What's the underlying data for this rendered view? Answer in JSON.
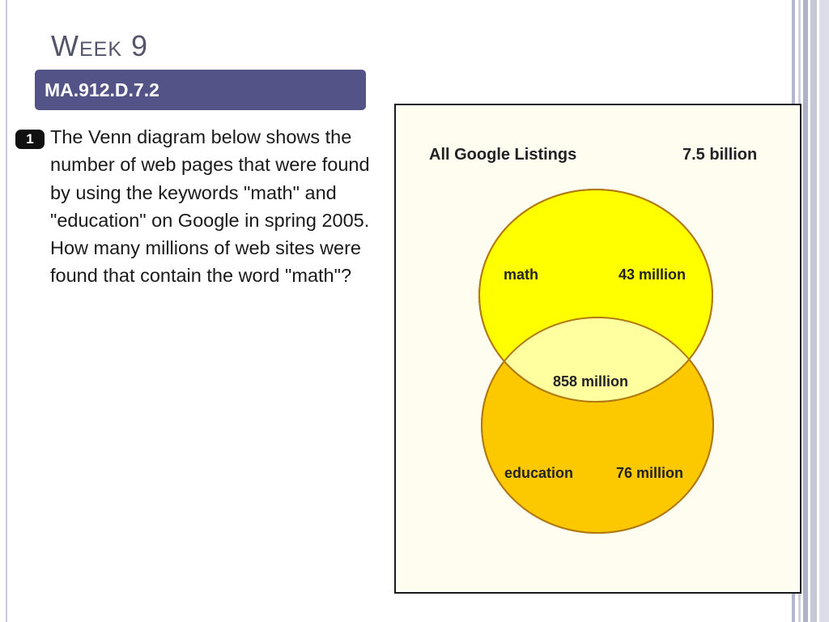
{
  "slide": {
    "title": "Week 9",
    "subtitle": "MA.912.D.7.2",
    "bullet_number": "1",
    "question": "The Venn diagram below shows the number of web pages that were found by using the keywords \"math\" and \"education\" on Google in spring 2005. How many millions of web sites were found that contain the word \"math\"?"
  },
  "venn": {
    "universe_label": "All Google Listings",
    "universe_value": "7.5 billion",
    "set_a_label": "math",
    "set_a_value": "43 million",
    "intersection_value": "858 million",
    "set_b_label": "education",
    "set_b_value": "76 million",
    "colors": {
      "set_a": "#ffff00",
      "set_b": "#fcc800",
      "intersection": "#ffffa0",
      "background": "#fffcf0"
    }
  }
}
